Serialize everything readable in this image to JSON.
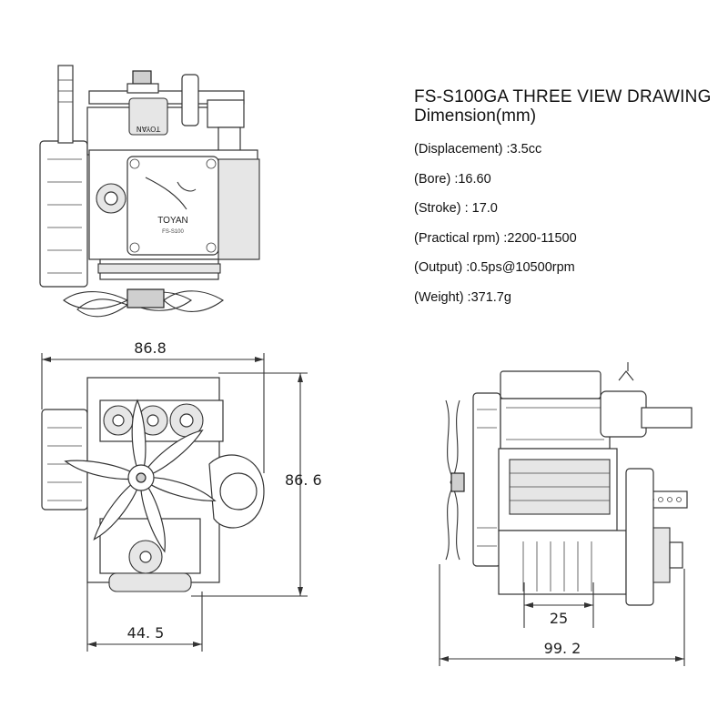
{
  "specs": {
    "title": "FS-S100GA  THREE VIEW DRAWING",
    "subtitle": "Dimension(mm)",
    "rows": [
      "(Displacement) :3.5cc",
      "(Bore) :16.60",
      "(Stroke) :  17.0",
      "(Practical rpm) :2200-11500",
      "(Output) :0.5ps@10500rpm",
      "(Weight) :371.7g"
    ]
  },
  "dimensions": {
    "front_width": "86.8",
    "front_height": "86. 6",
    "front_base": "44. 5",
    "side_offset": "25",
    "side_length": "99. 2"
  },
  "engine_labels": {
    "brand": "TOYAN",
    "model": "FS-S100"
  }
}
